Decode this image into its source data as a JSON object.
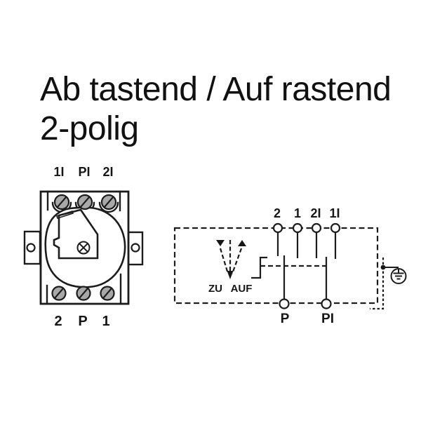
{
  "title": {
    "line1": "Ab tastend / Auf rastend",
    "line2": "2-polig"
  },
  "device_front_view": {
    "top_terminals": [
      "1I",
      "PI",
      "2I"
    ],
    "bottom_terminals": [
      "2",
      "P",
      "1"
    ]
  },
  "schematic": {
    "top_terminals": [
      "2",
      "1",
      "2I",
      "1I"
    ],
    "bottom_terminals": [
      "P",
      "PI"
    ],
    "direction_labels": {
      "close": "ZU",
      "open": "AUF"
    }
  },
  "colors": {
    "line": "#1c1c1c",
    "screw_fill": "#a8a8a8",
    "background": "#ffffff"
  }
}
